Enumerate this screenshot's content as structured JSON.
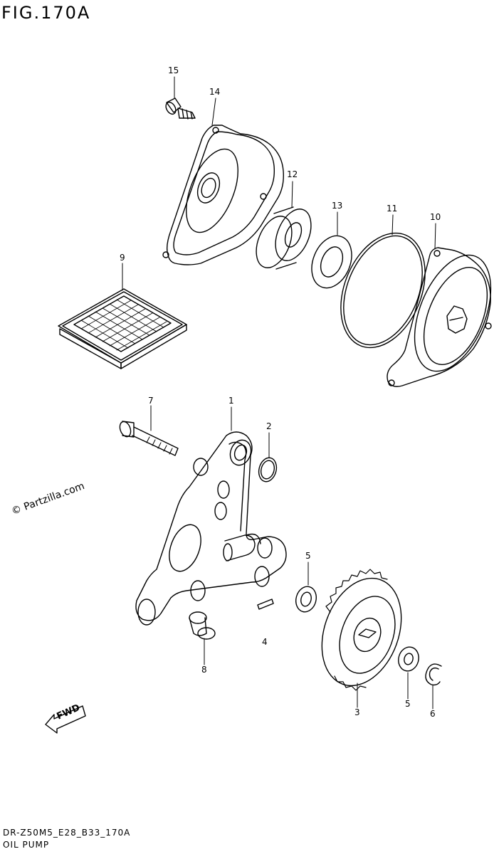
{
  "figure": {
    "title": "FIG.170A",
    "copyright": "© Partzilla.com",
    "fwd_label": "FWD",
    "footer_code": "DR-Z50M5_E28_B33_170A",
    "footer_name": "OIL PUMP"
  },
  "callouts": [
    {
      "id": "15",
      "label": "15"
    },
    {
      "id": "14",
      "label": "14"
    },
    {
      "id": "12",
      "label": "12"
    },
    {
      "id": "13",
      "label": "13"
    },
    {
      "id": "11",
      "label": "11"
    },
    {
      "id": "10",
      "label": "10"
    },
    {
      "id": "9",
      "label": "9"
    },
    {
      "id": "7",
      "label": "7"
    },
    {
      "id": "1",
      "label": "1"
    },
    {
      "id": "2",
      "label": "2"
    },
    {
      "id": "5a",
      "label": "5"
    },
    {
      "id": "4",
      "label": "4"
    },
    {
      "id": "8",
      "label": "8"
    },
    {
      "id": "3",
      "label": "3"
    },
    {
      "id": "5b",
      "label": "5"
    },
    {
      "id": "6",
      "label": "6"
    }
  ]
}
